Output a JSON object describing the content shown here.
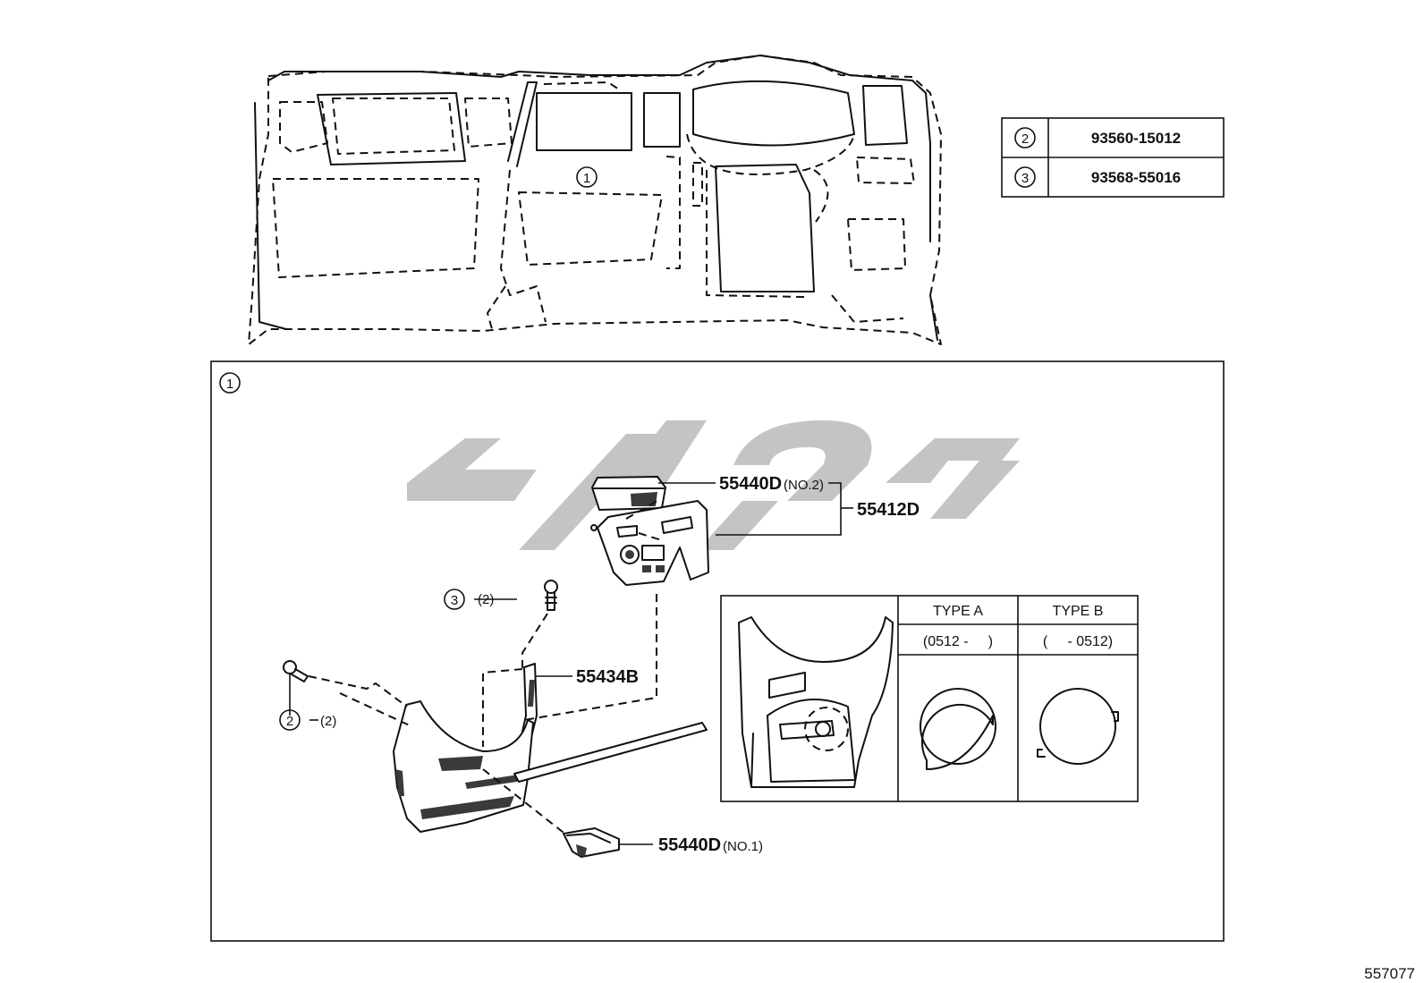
{
  "diagram_id": "557077",
  "callouts": {
    "one": "1",
    "two": "2",
    "three": "3"
  },
  "fastener_table": [
    {
      "ref": "2",
      "part_no": "93560-15012"
    },
    {
      "ref": "3",
      "part_no": "93568-55016"
    }
  ],
  "part_labels": {
    "p1": "55440D",
    "p1_note": "(NO.2)",
    "p2": "55412D",
    "p3": "55434B",
    "p4": "55440D",
    "p4_note": "(NO.1)"
  },
  "quantities": {
    "screw3": "(2)",
    "screw2": "(2)"
  },
  "type_table": {
    "type_a_label": "TYPE A",
    "type_b_label": "TYPE B",
    "type_a_range": "(0512 -     )",
    "type_b_range": "(     - 0512)"
  }
}
